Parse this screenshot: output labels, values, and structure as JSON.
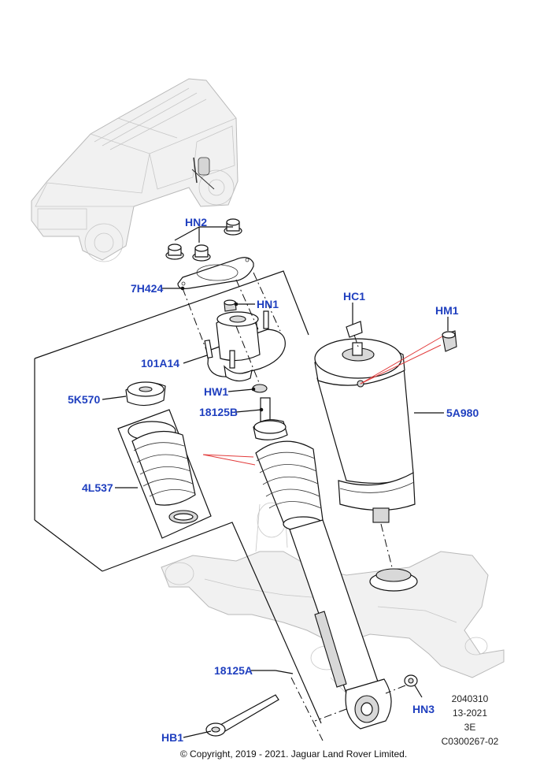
{
  "callouts": {
    "hn2": "HN2",
    "h7h424": "7H424",
    "hn1": "HN1",
    "p101a14": "101A14",
    "hw1": "HW1",
    "p18125b": "18125B",
    "p5k570": "5K570",
    "p4l537": "4L537",
    "hc1": "HC1",
    "hm1": "HM1",
    "p5a980": "5A980",
    "p18125a": "18125A",
    "hn3": "HN3",
    "hb1": "HB1"
  },
  "meta": {
    "line1": "2040310",
    "line2": "13-2021",
    "line3": "3E",
    "line4": "C0300267-02"
  },
  "copyright": "© Copyright, 2019 - 2021. Jaguar Land Rover Limited.",
  "colors": {
    "callout": "#1f3fbf",
    "highlight_line": "#e23b3b"
  }
}
